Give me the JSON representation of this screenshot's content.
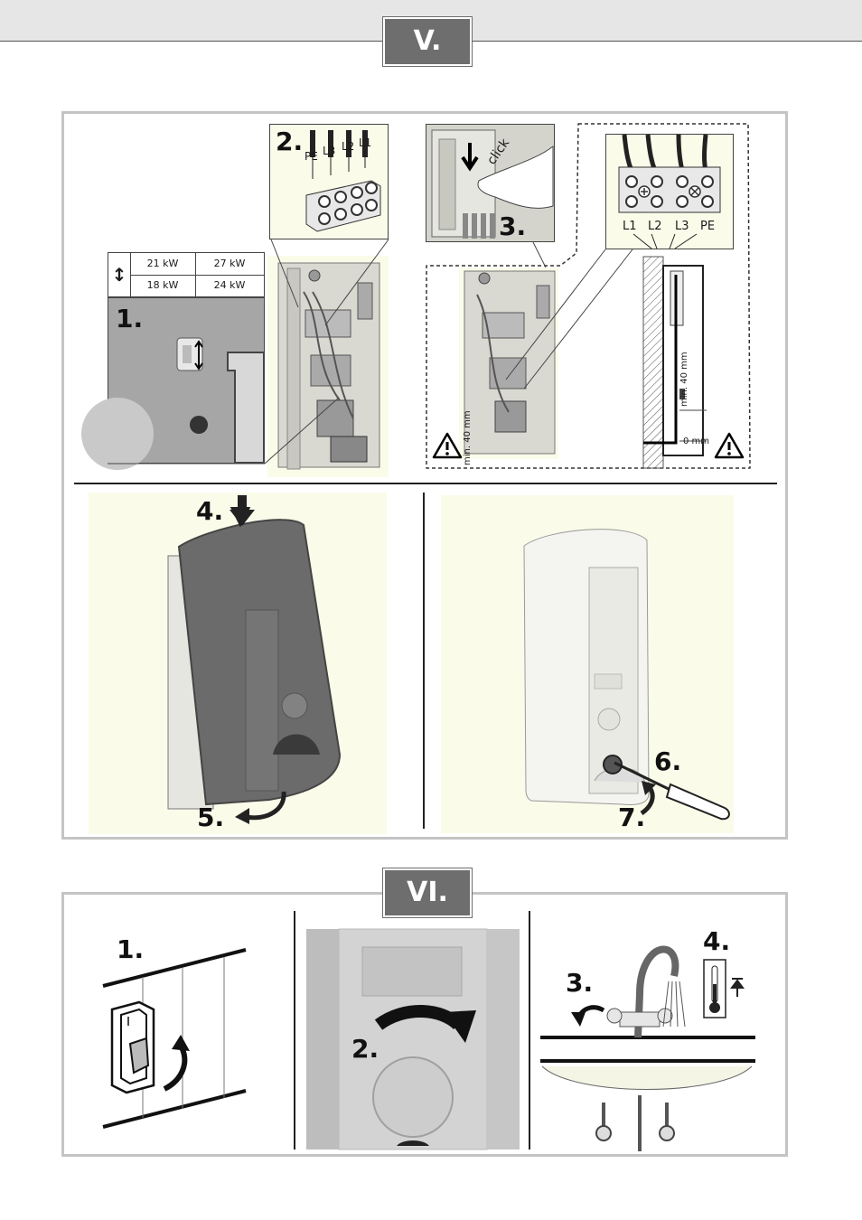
{
  "sections": {
    "v": {
      "badge": "V."
    },
    "vi": {
      "badge": "VI."
    }
  },
  "power_table": {
    "row1": [
      "21 kW",
      "27 kW"
    ],
    "row2": [
      "18 kW",
      "24 kW"
    ]
  },
  "steps_v": {
    "s1": "1.",
    "s2": "2.",
    "s3": "3.",
    "s4": "4.",
    "s5": "5.",
    "s6": "6.",
    "s7": "7."
  },
  "wiring": {
    "wire_labels": [
      "PE",
      "L3",
      "L2",
      "L1"
    ],
    "terminal_labels": [
      "L1",
      "L2",
      "L3",
      "PE"
    ],
    "click_text": "click"
  },
  "dimensions": {
    "min_40_left": "min. 40 mm",
    "min_40_right": "min. 40 mm",
    "zero": "0 mm"
  },
  "steps_vi": {
    "s1": "1.",
    "s2": "2.",
    "s3": "3.",
    "s4": "4."
  },
  "icons": [
    "arrow-updown-icon",
    "warning-triangle-icon",
    "arrow-down-icon",
    "curved-arrow-icon",
    "screwdriver-icon",
    "breaker-switch-icon",
    "thermometer-icon",
    "faucet-icon"
  ]
}
